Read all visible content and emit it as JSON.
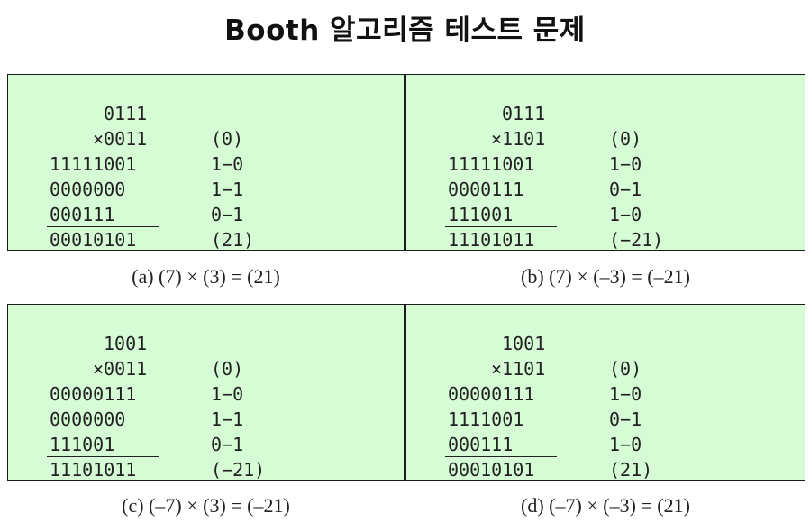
{
  "title": "Booth 알고리즘 테스트 문제",
  "examples": [
    {
      "multiplicand": "0111",
      "multiplier": "×0011",
      "initial": "(0)",
      "rows": [
        {
          "value": "11111001",
          "op": "1−0"
        },
        {
          "value": "0000000",
          "op": "1−1"
        },
        {
          "value": "000111",
          "op": "0−1"
        }
      ],
      "result": "00010101",
      "result_label": "(21)",
      "caption": "(a) (7) × (3) = (21)"
    },
    {
      "multiplicand": "0111",
      "multiplier": "×1101",
      "initial": "(0)",
      "rows": [
        {
          "value": "11111001",
          "op": "1−0"
        },
        {
          "value": "0000111",
          "op": "0−1"
        },
        {
          "value": "111001",
          "op": "1−0"
        }
      ],
      "result": "11101011",
      "result_label": "(−21)",
      "caption": "(b) (7) × (–3) = (–21)"
    },
    {
      "multiplicand": "1001",
      "multiplier": "×0011",
      "initial": "(0)",
      "rows": [
        {
          "value": "00000111",
          "op": "1−0"
        },
        {
          "value": "0000000",
          "op": "1−1"
        },
        {
          "value": "111001",
          "op": "0−1"
        }
      ],
      "result": "11101011",
      "result_label": "(−21)",
      "caption": "(c) (–7) × (3) = (–21)"
    },
    {
      "multiplicand": "1001",
      "multiplier": "×1101",
      "initial": "(0)",
      "rows": [
        {
          "value": "00000111",
          "op": "1−0"
        },
        {
          "value": "1111001",
          "op": "0−1"
        },
        {
          "value": "000111",
          "op": "1−0"
        }
      ],
      "result": "00010101",
      "result_label": "(21)",
      "caption": "(d) (–7) × (–3) = (21)"
    }
  ]
}
